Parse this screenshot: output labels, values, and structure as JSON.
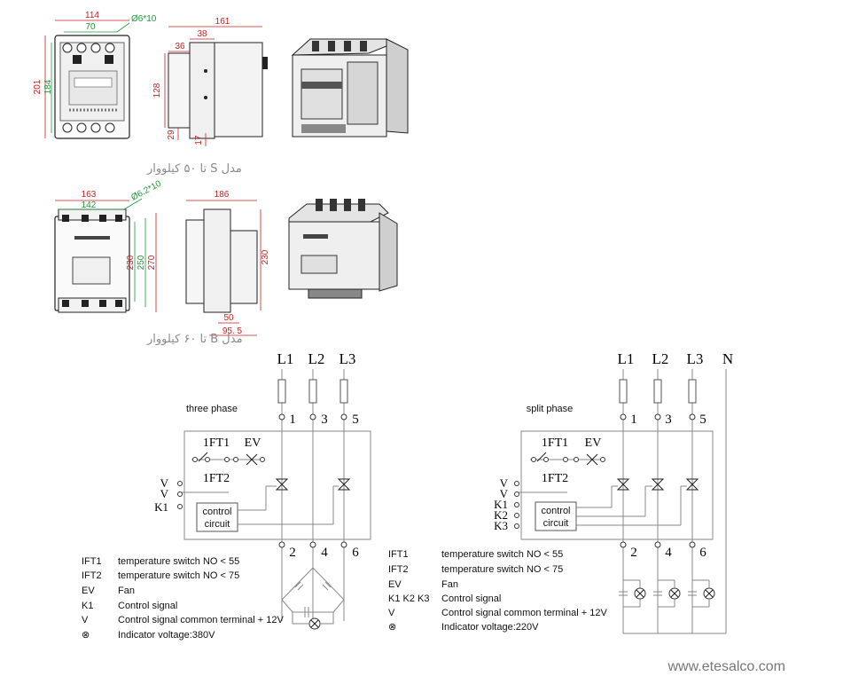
{
  "models": {
    "row1": {
      "caption": "مدل S تا ۵۰ کیلووار",
      "front": {
        "width": "114",
        "inner_width": "70",
        "hole": "Ø6*10",
        "height": "201",
        "inner_height": "184"
      },
      "side": {
        "depth": "161",
        "d38": "38",
        "d36": "36",
        "h128": "128",
        "d29": "29",
        "d17": "17"
      }
    },
    "row2": {
      "caption": "مدل B تا ۶۰ کیلووار",
      "front": {
        "width": "163",
        "inner_width": "142",
        "hole": "Ø6.2*10",
        "h230": "230",
        "h250": "250",
        "h270": "270"
      },
      "side": {
        "depth": "186",
        "h230": "230",
        "d50": "50",
        "d955": "95. 5"
      }
    }
  },
  "diagram_three": {
    "title": "three phase",
    "phases": [
      "L1",
      "L2",
      "L3"
    ],
    "top_terminals": [
      "1",
      "3",
      "5"
    ],
    "bottom_terminals": [
      "2",
      "4",
      "6"
    ],
    "ft1": "1FT1",
    "ev": "EV",
    "ft2": "1FT2",
    "inputs": [
      "V",
      "V",
      "K1"
    ],
    "control_line1": "control",
    "control_line2": "circuit"
  },
  "diagram_split": {
    "title": "split phase",
    "phases": [
      "L1",
      "L2",
      "L3",
      "N"
    ],
    "top_terminals": [
      "1",
      "3",
      "5"
    ],
    "bottom_terminals": [
      "2",
      "4",
      "6"
    ],
    "ft1": "1FT1",
    "ev": "EV",
    "ft2": "1FT2",
    "inputs": [
      "V",
      "V",
      "K1",
      "K2",
      "K3"
    ],
    "control_line1": "control",
    "control_line2": "circuit"
  },
  "legend_left": [
    {
      "code": "IFT1",
      "desc": "temperature switch NO  < 55"
    },
    {
      "code": "IFT2",
      "desc": "temperature switch NO  < 75"
    },
    {
      "code": "EV",
      "desc": "Fan"
    },
    {
      "code": "K1",
      "desc": "Control signal"
    },
    {
      "code": "V",
      "desc": "Control signal common terminal + 12V"
    },
    {
      "code": "⊗",
      "desc": "Indicator voltage:380V"
    }
  ],
  "legend_right": [
    {
      "code": "IFT1",
      "desc": "temperature switch NO  < 55"
    },
    {
      "code": "IFT2",
      "desc": "temperature switch NO  < 75"
    },
    {
      "code": "EV",
      "desc": "Fan"
    },
    {
      "code": "K1  K2  K3",
      "desc": "Control signal"
    },
    {
      "code": "V",
      "desc": "Control signal common terminal + 12V"
    },
    {
      "code": "⊗",
      "desc": "Indicator voltage:220V"
    }
  ],
  "website": "www.etesalco.com",
  "colors": {
    "dimension": "#cc1e1e",
    "inner_dimension": "#1e9a3a",
    "line": "#1a1a1a"
  }
}
